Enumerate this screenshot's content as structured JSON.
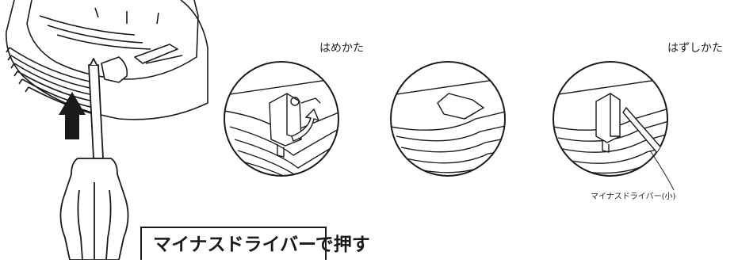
{
  "labels": {
    "install": "はめかた",
    "remove": "はずしかた",
    "driver_small": "マイナスドライバー(小)"
  },
  "caption": {
    "text": "マイナスドライバーで押す"
  },
  "icons": [
    "up-arrow-icon",
    "screwdriver-icon",
    "curved-arrow-icon"
  ]
}
